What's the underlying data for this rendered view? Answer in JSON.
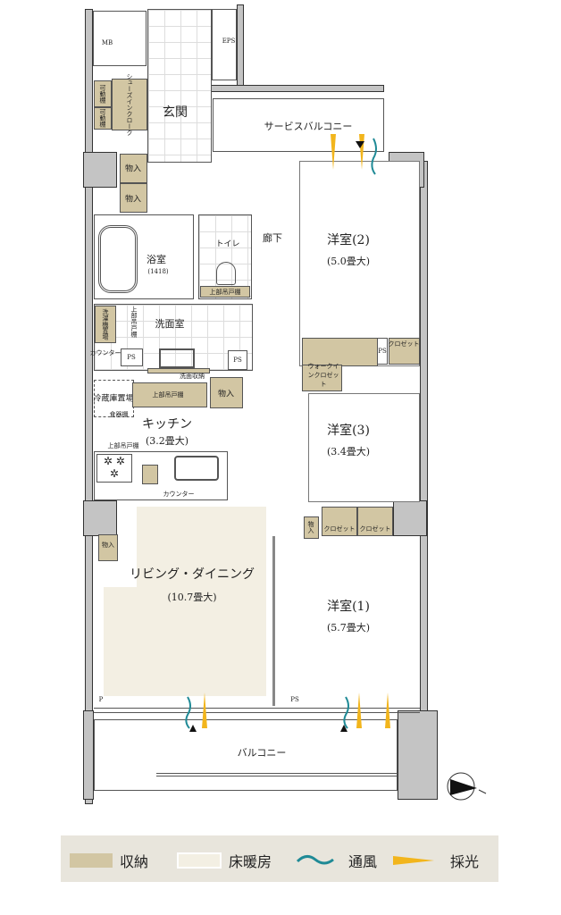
{
  "rooms": {
    "mb": "MB",
    "eps": "EPS",
    "entrance": "玄関",
    "service_balcony": "サービスバルコニー",
    "shoe_closet": "シューズインクローク",
    "movable_shelf": "可動棚",
    "storage": "物入",
    "hallway": "廊下",
    "bath": "浴室",
    "bath_size": "(1418)",
    "toilet": "トイレ",
    "upper_cabinet": "上部吊戸棚",
    "washroom": "洗面室",
    "washer_space": "洗濯機置場",
    "counter": "カウンター",
    "ps": "PS",
    "p": "P",
    "wash_storage": "洗面収納",
    "fridge_space": "冷蔵庫置場",
    "dish_shelf": "食器棚",
    "kitchen": "キッチン",
    "kitchen_size": "(3.2畳大)",
    "room2": "洋室(2)",
    "room2_size": "(5.0畳大)",
    "closet": "クロゼット",
    "wic": "ウォークインクロゼット",
    "room3": "洋室(3)",
    "room3_size": "(3.4畳大)",
    "room1": "洋室(1)",
    "room1_size": "(5.7畳大)",
    "living": "リビング・ダイニング",
    "living_size": "(10.7畳大)",
    "balcony": "バルコニー"
  },
  "legend": {
    "storage": "収納",
    "floor_heating": "床暖房",
    "ventilation": "通風",
    "daylight": "採光"
  },
  "colors": {
    "storage": "#d2c6a3",
    "floor_heating": "#f3efe3",
    "ventilation": "#1f8a96",
    "daylight": "#f2b51c",
    "wall": "#c4c4c4",
    "legend_bg": "#e8e5dc"
  },
  "icons": [
    "compass-icon",
    "ventilation-arrow-icon",
    "daylight-arrow-icon"
  ]
}
